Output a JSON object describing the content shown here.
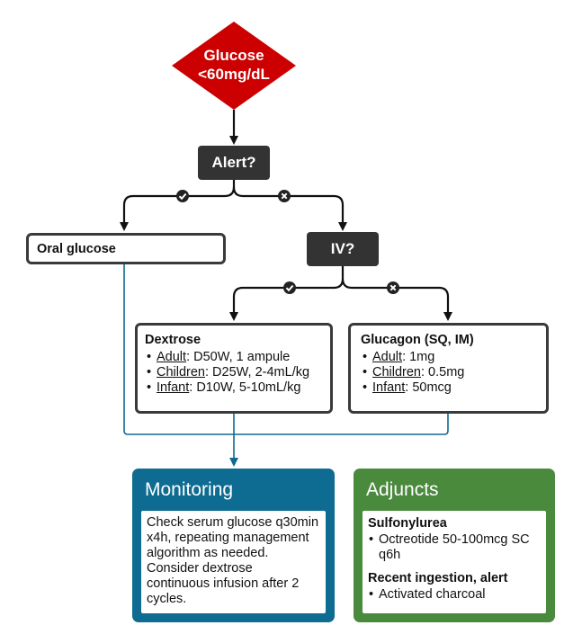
{
  "nodes": {
    "glucose": {
      "line1": "Glucose",
      "line2": "<60mg/dL",
      "color": "#cc0000"
    },
    "alert": "Alert?",
    "oral": "Oral glucose",
    "iv": "IV?",
    "dextrose": {
      "title": "Dextrose",
      "items": [
        {
          "label": "Adult",
          "value": ": D50W, 1 ampule"
        },
        {
          "label": "Children",
          "value": ": D25W, 2-4mL/kg"
        },
        {
          "label": "Infant",
          "value": ": D10W, 5-10mL/kg"
        }
      ]
    },
    "glucagon": {
      "title": "Glucagon (SQ, IM)",
      "items": [
        {
          "label": "Adult",
          "value": ": 1mg"
        },
        {
          "label": "Children",
          "value": ": 0.5mg"
        },
        {
          "label": "Infant",
          "value": ": 50mcg"
        }
      ]
    }
  },
  "monitoring": {
    "title": "Monitoring",
    "color": "#0e6b91",
    "text": "Check serum glucose q30min x4h, repeating management algorithm as needed. Consider dextrose continuous infusion after 2 cycles."
  },
  "adjuncts": {
    "title": "Adjuncts",
    "color": "#4a8a3c",
    "sections": [
      {
        "heading": "Sulfonylurea",
        "items": [
          "Octreotide 50-100mcg SC q6h"
        ]
      },
      {
        "heading": "Recent ingestion, alert",
        "items": [
          "Activated charcoal"
        ]
      }
    ]
  },
  "icons": {
    "yes": "check-circle-icon",
    "no": "x-circle-icon"
  }
}
